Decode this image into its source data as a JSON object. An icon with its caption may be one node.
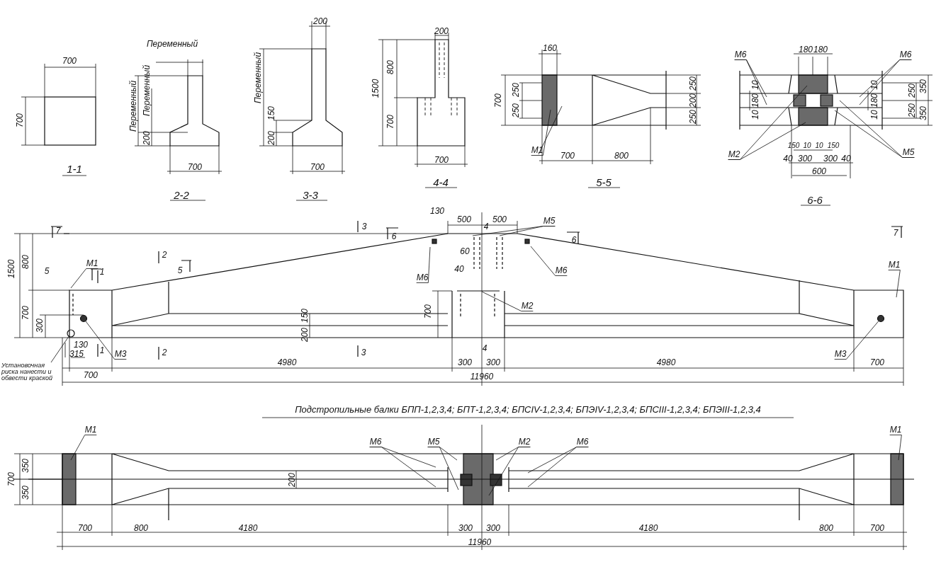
{
  "diagram": {
    "title": "Подстропильные балки БПП-1,2,3,4; БПТ-1,2,3,4; БПСIV-1,2,3,4; БПЭIV-1,2,3,4; БПСIII-1,2,3,4; БПЭIII-1,2,3,4",
    "nodes": [
      {
        "text": [
          "М1"
        ]
      },
      {
        "text": [
          "М6"
        ]
      },
      {
        "text": [
          "М6"
        ]
      },
      {
        "text": [
          "М2"
        ]
      },
      {
        "text": [
          "М5"
        ]
      },
      {
        "text": [
          "М1"
        ]
      },
      {
        "text": [
          "М6"
        ]
      },
      {
        "text": [
          "М5"
        ]
      },
      {
        "text": [
          "М6"
        ]
      },
      {
        "text": [
          "М2"
        ]
      },
      {
        "text": [
          "М1"
        ]
      },
      {
        "text": [
          "М3"
        ]
      },
      {
        "text": [
          "М3"
        ]
      },
      {
        "text": [
          "Установочная риска нанести и обвести краской"
        ]
      },
      {
        "text": [
          "М1"
        ]
      },
      {
        "text": [
          "М6"
        ]
      },
      {
        "text": [
          "М5"
        ]
      },
      {
        "text": [
          "М2"
        ]
      },
      {
        "text": [
          "М6"
        ]
      },
      {
        "text": [
          "М1"
        ]
      },
      {
        "text": [],
        "shape": "circle"
      },
      {
        "text": [],
        "shape": "circle"
      },
      {
        "text": [],
        "shape": "circle"
      }
    ],
    "edges": [
      {
        "from": 0,
        "to": null,
        "arrow": "none"
      },
      {
        "from": 1,
        "to": null,
        "arrow": "none"
      },
      {
        "from": 1,
        "to": null,
        "arrow": "none"
      },
      {
        "from": 2,
        "to": null,
        "arrow": "none"
      },
      {
        "from": 2,
        "to": null,
        "arrow": "none"
      },
      {
        "from": 3,
        "to": null,
        "arrow": "none"
      },
      {
        "from": 3,
        "to": null,
        "arrow": "none"
      },
      {
        "from": 4,
        "to": null,
        "arrow": "none"
      },
      {
        "from": 4,
        "to": null,
        "arrow": "none"
      },
      {
        "from": 5,
        "to": null,
        "arrow": "none"
      },
      {
        "from": 6,
        "to": null,
        "arrow": "none"
      },
      {
        "from": 7,
        "to": null,
        "arrow": "none"
      },
      {
        "from": 7,
        "to": null,
        "arrow": "none"
      },
      {
        "from": 8,
        "to": null,
        "arrow": "none"
      },
      {
        "from": 9,
        "to": null,
        "arrow": "none"
      },
      {
        "from": 10,
        "to": null,
        "arrow": "none"
      },
      {
        "from": 11,
        "to": 20,
        "arrow": "none"
      },
      {
        "from": 12,
        "to": 21,
        "arrow": "none"
      },
      {
        "from": 13,
        "to": 22,
        "arrow": "none"
      },
      {
        "from": 14,
        "to": null,
        "arrow": "none"
      },
      {
        "from": 15,
        "to": null,
        "arrow": "none"
      },
      {
        "from": 15,
        "to": null,
        "arrow": "none"
      },
      {
        "from": 16,
        "to": null,
        "arrow": "none"
      },
      {
        "from": 16,
        "to": null,
        "arrow": "none"
      },
      {
        "from": 17,
        "to": null,
        "arrow": "none"
      },
      {
        "from": 17,
        "to": null,
        "arrow": "none"
      },
      {
        "from": 18,
        "to": null,
        "arrow": "none"
      },
      {
        "from": 18,
        "to": null,
        "arrow": "none"
      },
      {
        "from": 19,
        "to": null,
        "arrow": "none"
      }
    ],
    "labels": [
      "700",
      "700",
      "1-1",
      "Переменный",
      "Переменный",
      "Переменный",
      "200",
      "700",
      "2-2",
      "200",
      "Переменный",
      "150",
      "200",
      "700",
      "3-3",
      "200",
      "1500",
      "800",
      "700",
      "700",
      "4-4",
      "160",
      "700",
      "250",
      "250",
      "250",
      "200",
      "250",
      "700",
      "800",
      "5-5",
      "180",
      "180",
      "10",
      "180",
      "10",
      "10",
      "180",
      "10",
      "250",
      "350",
      "250",
      "350",
      "150",
      "10",
      "10",
      "150",
      "40",
      "300",
      "300",
      "40",
      "600",
      "6-6",
      "130",
      "500",
      "500",
      "7",
      "3",
      "4",
      "7",
      "6",
      "6",
      "1500",
      "800",
      "2",
      "5",
      "1",
      "5",
      "60",
      "40",
      "700",
      "700",
      "300",
      "150",
      "200",
      "130",
      "1",
      "2",
      "3",
      "4",
      "315",
      "700",
      "4980",
      "300",
      "300",
      "4980",
      "700",
      "11960",
      "700",
      "350",
      "350",
      "200",
      "700",
      "800",
      "4180",
      "300",
      "300",
      "4180",
      "800",
      "700",
      "11960"
    ]
  }
}
